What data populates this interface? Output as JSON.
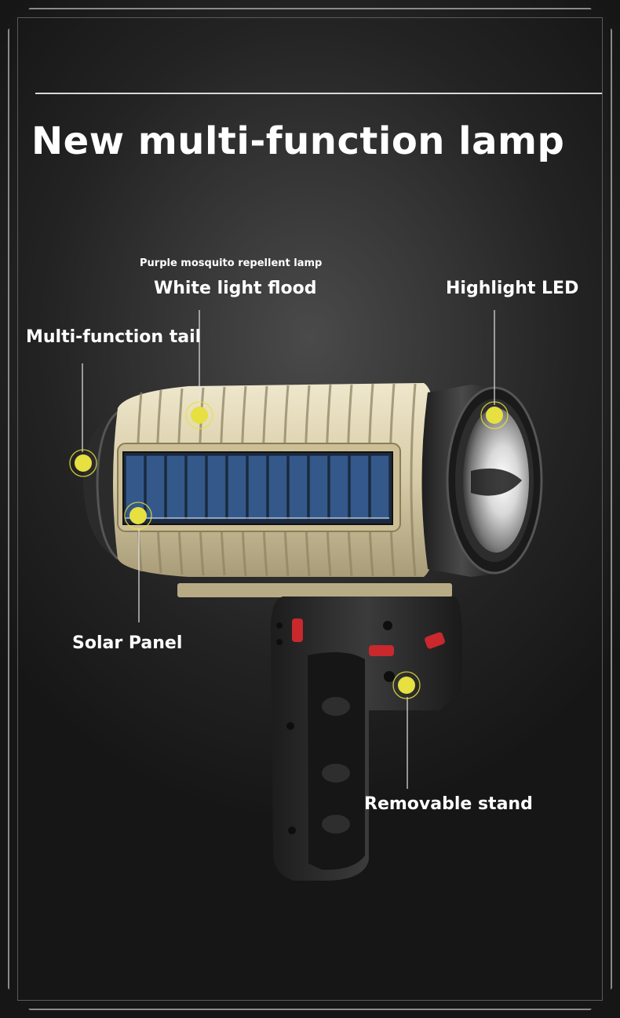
{
  "heading": {
    "title": "New multi-function lamp"
  },
  "callouts": {
    "purple_lamp": "Purple mosquito repellent lamp",
    "white_flood": "White light flood",
    "highlight_led": "Highlight LED",
    "multi_tail": "Multi-function tail",
    "solar_panel": "Solar Panel",
    "removable_stand": "Removable stand"
  },
  "colors": {
    "background": "#1a1a1a",
    "lamp_body": "#d9cfb0",
    "solar_cell": "#2f4f7a",
    "marker": "#e6e040",
    "handle": "#2a2a2a",
    "button": "#c9282d"
  }
}
